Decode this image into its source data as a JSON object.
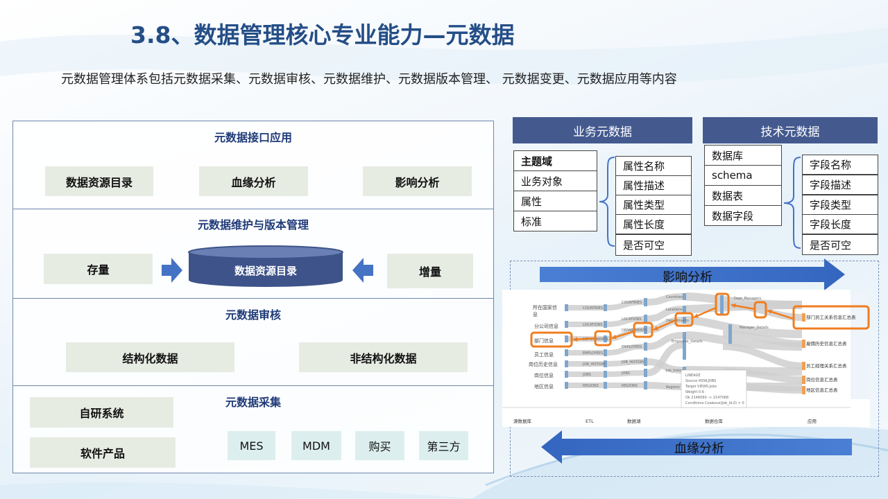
{
  "title": "3.8、数据管理核心专业能力—元数据",
  "subtitle": "元数据管理体系包括元数据采集、元数据审核、元数据维护、元数据版本管理、 元数据变更、元数据应用等内容",
  "left_panel": {
    "interface": {
      "title": "元数据接口应用",
      "items": [
        "数据资源目录",
        "血缘分析",
        "影响分析"
      ]
    },
    "maintenance": {
      "title": "元数据维护与版本管理",
      "stock": "存量",
      "center": "数据资源目录",
      "increment": "增量"
    },
    "review": {
      "title": "元数据审核",
      "items": [
        "结构化数据",
        "非结构化数据"
      ]
    },
    "collection": {
      "title": "元数据采集",
      "sources": [
        "自研系统",
        "软件产品"
      ],
      "tags": [
        "MES",
        "MDM",
        "购买",
        "第三方"
      ]
    }
  },
  "business_meta": {
    "header": "业务元数据",
    "items": [
      "主题域",
      "业务对象",
      "属性",
      "标准"
    ],
    "attributes": [
      "属性名称",
      "属性描述",
      "属性类型",
      "属性长度",
      "是否可空"
    ]
  },
  "tech_meta": {
    "header": "技术元数据",
    "items": [
      "数据库",
      "schema",
      "数据表",
      "数据字段"
    ],
    "fields": [
      "字段名称",
      "字段描述",
      "字段类型",
      "字段长度",
      "是否可空"
    ]
  },
  "lineage": {
    "impact_label": "影响分析",
    "lineage_label": "血缘分析",
    "source_nodes": [
      "所在国家信息",
      "分公司信息",
      "部门信息",
      "员工信息",
      "岗位历史信息",
      "岗位信息",
      "地区信息"
    ],
    "etl_nodes": [
      "COUNTRIES",
      "LOCATIONS",
      "DEPARTMENTS",
      "EMPLOYEES",
      "JOB_HISTORY",
      "JOBS",
      "REGIONS"
    ],
    "lake_nodes": [
      "COUNTRIES",
      "LOCATIONS",
      "DEPARTMENTS",
      "EMPLOYEES",
      "JOB_HISTORY",
      "JOBS",
      "REGIONS"
    ],
    "warehouse_nodes": [
      "Countries",
      "Locations",
      "Departments",
      "Employee_Details",
      "Job_history",
      "Regions"
    ],
    "mid_nodes": [
      "Dept_Managers",
      "Manager_Details"
    ],
    "app_nodes": [
      "部门员工关系信息汇总表",
      "雇佣历史信息汇总表",
      "员工经理关系汇总表",
      "岗位信息汇总表",
      "地区信息汇总表"
    ],
    "stages": [
      "源数据库",
      "ETL",
      "数据湖",
      "数据仓库",
      "应用"
    ],
    "tooltip": [
      "LINEAGE",
      "Source  HDW.JOBS",
      "Target  VIEWS.Jobs",
      "Weight  0.6",
      "Ok   2146060 -> 2147068",
      "Conditions  Coalesce(Job_Id,0) > 0"
    ]
  },
  "colors": {
    "title": "#244e87",
    "header": "#445a8f",
    "highlight": "#f07d1e",
    "arrow": "#3a6cc4"
  }
}
